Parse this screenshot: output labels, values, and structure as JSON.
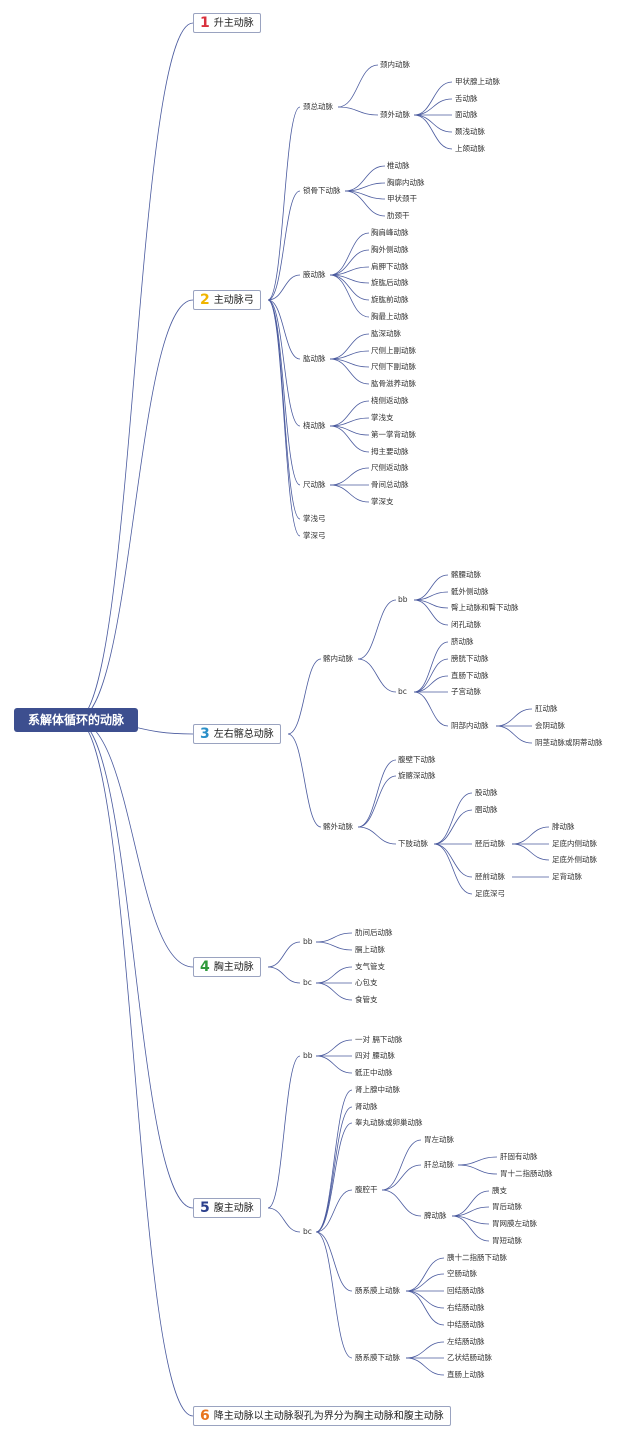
{
  "root": "系解体循环的动脉",
  "colors": {
    "root_bg": "#3d4f8f",
    "line": "#4a5a9e",
    "n1": "#d9313d",
    "n2": "#f0b400",
    "n3": "#2a8fc8",
    "n4": "#2f9a3b",
    "n5": "#2b3f8c",
    "n6": "#e8741e"
  },
  "b1": {
    "num": "1",
    "label": "升主动脉"
  },
  "b2": {
    "num": "2",
    "label": "主动脉弓",
    "c1": {
      "label": "颈总动脉",
      "g1": "颈内动脉",
      "g2": {
        "label": "颈外动脉",
        "items": [
          "甲状腺上动脉",
          "舌动脉",
          "面动脉",
          "颞浅动脉",
          "上颌动脉"
        ]
      }
    },
    "c2": {
      "label": "锁骨下动脉",
      "items": [
        "椎动脉",
        "胸廓内动脉",
        "甲状颈干",
        "肋颈干"
      ]
    },
    "c3": {
      "label": "腋动脉",
      "items": [
        "胸肩峰动脉",
        "胸外侧动脉",
        "肩胛下动脉",
        "旋肱后动脉",
        "旋肱前动脉",
        "胸最上动脉"
      ]
    },
    "c4": {
      "label": "肱动脉",
      "items": [
        "肱深动脉",
        "尺侧上副动脉",
        "尺侧下副动脉",
        "肱骨滋养动脉"
      ]
    },
    "c5": {
      "label": "桡动脉",
      "items": [
        "桡侧返动脉",
        "掌浅支",
        "第一掌背动脉",
        "拇主要动脉"
      ]
    },
    "c6": {
      "label": "尺动脉",
      "items": [
        "尺侧返动脉",
        "骨间总动脉",
        "掌深支"
      ]
    },
    "c7": "掌浅弓",
    "c8": "掌深弓"
  },
  "b3": {
    "num": "3",
    "label": "左右髂总动脉",
    "c1": {
      "label": "髂内动脉",
      "bb": {
        "label": "bb",
        "items": [
          "髂腰动脉",
          "骶外侧动脉",
          "臀上动脉和臀下动脉",
          "闭孔动脉"
        ]
      },
      "bc": {
        "label": "bc",
        "items": [
          "脐动脉",
          "膀胱下动脉",
          "直肠下动脉",
          "子宫动脉"
        ],
        "pudendal": {
          "label": "阴部内动脉",
          "items": [
            "肛动脉",
            "会阴动脉",
            "阴茎动脉或阴蒂动脉"
          ]
        }
      }
    },
    "c2": {
      "label": "髂外动脉",
      "items": [
        "腹壁下动脉",
        "旋髂深动脉"
      ],
      "leg": {
        "label": "下肢动脉",
        "items": [
          "股动脉",
          "腘动脉"
        ],
        "pt": {
          "label": "胫后动脉",
          "items": [
            "腓动脉",
            "足底内侧动脉",
            "足底外侧动脉"
          ]
        },
        "at": {
          "label": "胫前动脉",
          "item": "足背动脉"
        },
        "last": "足底深弓"
      }
    }
  },
  "b4": {
    "num": "4",
    "label": "胸主动脉",
    "bb": {
      "label": "bb",
      "items": [
        "肋间后动脉",
        "膈上动脉"
      ]
    },
    "bc": {
      "label": "bc",
      "items": [
        "支气管支",
        "心包支",
        "食管支"
      ]
    }
  },
  "b5": {
    "num": "5",
    "label": "腹主动脉",
    "bb": {
      "label": "bb",
      "items": [
        "一对 膈下动脉",
        "四对 腰动脉",
        "骶正中动脉"
      ]
    },
    "bc": {
      "label": "bc",
      "items": [
        "肾上腺中动脉",
        "肾动脉",
        "睾丸动脉或卵巢动脉"
      ],
      "celiac": {
        "label": "腹腔干",
        "lg": "胃左动脉",
        "ch": {
          "label": "肝总动脉",
          "items": [
            "肝固有动脉",
            "胃十二指肠动脉"
          ]
        },
        "sp": {
          "label": "脾动脉",
          "items": [
            "胰支",
            "胃后动脉",
            "胃网膜左动脉",
            "胃短动脉"
          ]
        }
      },
      "sma": {
        "label": "肠系膜上动脉",
        "items": [
          "胰十二指肠下动脉",
          "空肠动脉",
          "回结肠动脉",
          "右结肠动脉",
          "中结肠动脉"
        ]
      },
      "ima": {
        "label": "肠系膜下动脉",
        "items": [
          "左结肠动脉",
          "乙状结肠动脉",
          "直肠上动脉"
        ]
      }
    }
  },
  "b6": {
    "num": "6",
    "label": "降主动脉以主动脉裂孔为界分为胸主动脉和腹主动脉"
  }
}
